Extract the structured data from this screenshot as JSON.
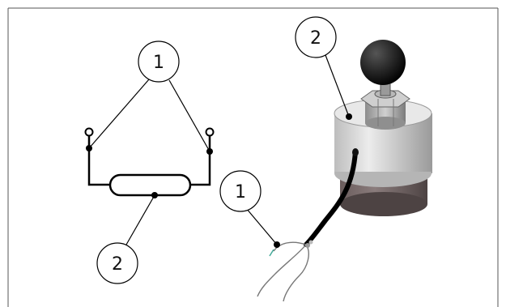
{
  "callouts": {
    "schematic_terminals": "1",
    "schematic_element": "2",
    "device_wires": "1",
    "device_body": "2"
  },
  "colors": {
    "line": "#000000",
    "frame": "#555555",
    "body_light": "#d9d9d9",
    "body_dark": "#6e6262",
    "knob": "#111111",
    "cable": "#000000"
  }
}
